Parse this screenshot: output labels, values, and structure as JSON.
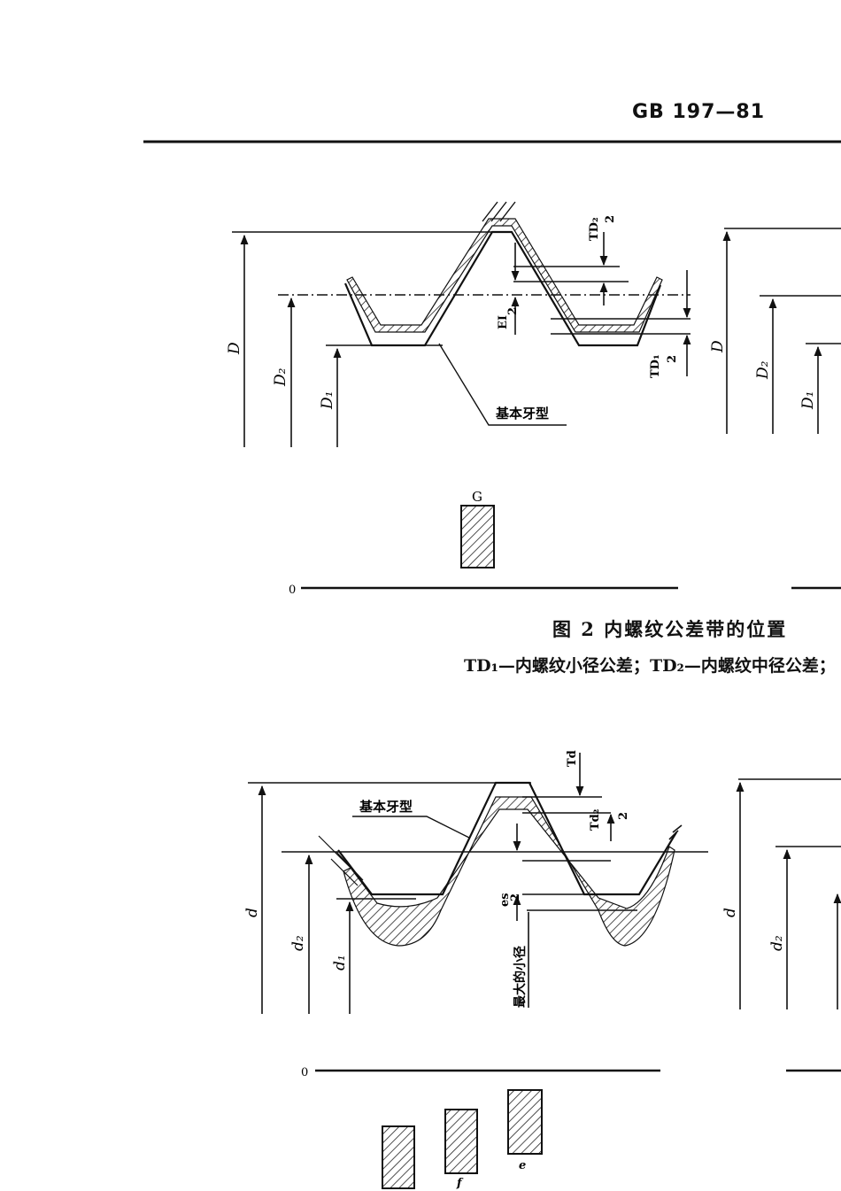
{
  "header": {
    "standard_code": "GB 197—81"
  },
  "figure2": {
    "caption": "图 2  内螺纹公差带的位置",
    "legend": "TD₁—内螺纹小径公差；TD₂—内螺纹中径公差；",
    "labels": {
      "D": "D",
      "D2": "D₂",
      "D1": "D₁",
      "basic_profile": "基本牙型",
      "EI": "EI",
      "two": "2",
      "TD1": "TD₁",
      "TD2": "TD₂",
      "zero": "0",
      "deviation_G": "G"
    }
  },
  "figure3": {
    "labels": {
      "d": "d",
      "d2": "d₂",
      "d1": "d₁",
      "basic_profile": "基本牙型",
      "Td": "Td",
      "Td2": "Td₂",
      "es": "es",
      "two": "2",
      "max_minor": "最大的小径",
      "zero": "0",
      "deviation_e": "e",
      "deviation_f": "f"
    }
  }
}
